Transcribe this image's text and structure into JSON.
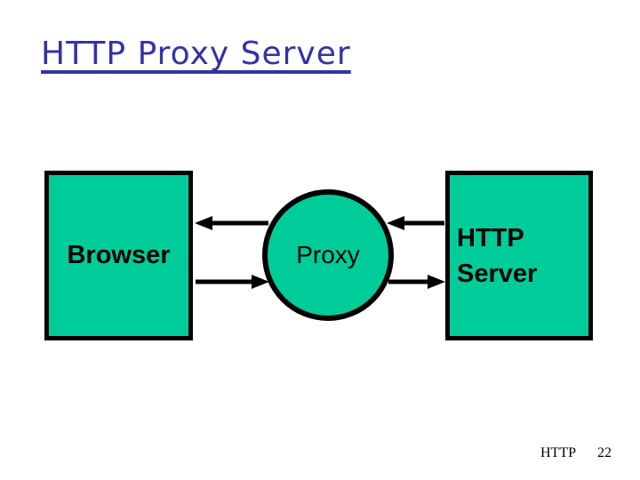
{
  "slide": {
    "title": "HTTP Proxy Server",
    "footer": {
      "label": "HTTP",
      "page_number": "22"
    }
  },
  "diagram": {
    "browser": {
      "label": "Browser",
      "shape": "rectangle"
    },
    "proxy": {
      "label": "Proxy",
      "shape": "circle"
    },
    "server": {
      "label": "HTTP\nServer",
      "shape": "rectangle"
    },
    "edges": [
      {
        "from": "proxy",
        "to": "browser",
        "direction": "left",
        "row": "top"
      },
      {
        "from": "server",
        "to": "proxy",
        "direction": "left",
        "row": "top"
      },
      {
        "from": "browser",
        "to": "proxy",
        "direction": "right",
        "row": "bottom"
      },
      {
        "from": "proxy",
        "to": "server",
        "direction": "right",
        "row": "bottom"
      }
    ]
  },
  "colors": {
    "background": "#FFFFFF",
    "title": "#3333A6",
    "node_fill": "#00CC99",
    "node_border": "#000000",
    "arrow": "#000000",
    "text": "#000000"
  }
}
